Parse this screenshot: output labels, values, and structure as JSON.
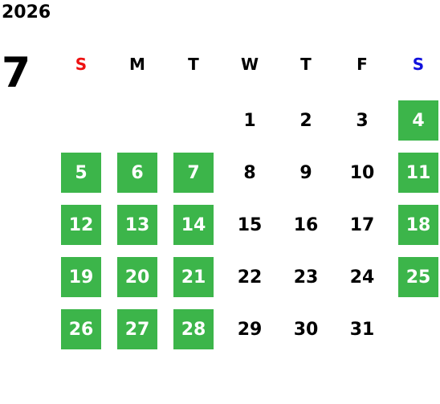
{
  "calendar": {
    "year": "2026",
    "month": "7",
    "weekday_headers": [
      "S",
      "M",
      "T",
      "W",
      "T",
      "F",
      "S"
    ],
    "weeks": [
      [
        "",
        "",
        "",
        "1",
        "2",
        "3",
        "4"
      ],
      [
        "5",
        "6",
        "7",
        "8",
        "9",
        "10",
        "11"
      ],
      [
        "12",
        "13",
        "14",
        "15",
        "16",
        "17",
        "18"
      ],
      [
        "19",
        "20",
        "21",
        "22",
        "23",
        "24",
        "25"
      ],
      [
        "26",
        "27",
        "28",
        "29",
        "30",
        "31",
        ""
      ]
    ],
    "highlighted_days": [
      "4",
      "5",
      "6",
      "7",
      "11",
      "12",
      "13",
      "14",
      "18",
      "19",
      "20",
      "21",
      "25",
      "26",
      "27",
      "28"
    ],
    "colors": {
      "highlight": "#3cb54a",
      "sunday_header": "#ee1111",
      "saturday_header": "#1111dd"
    }
  }
}
